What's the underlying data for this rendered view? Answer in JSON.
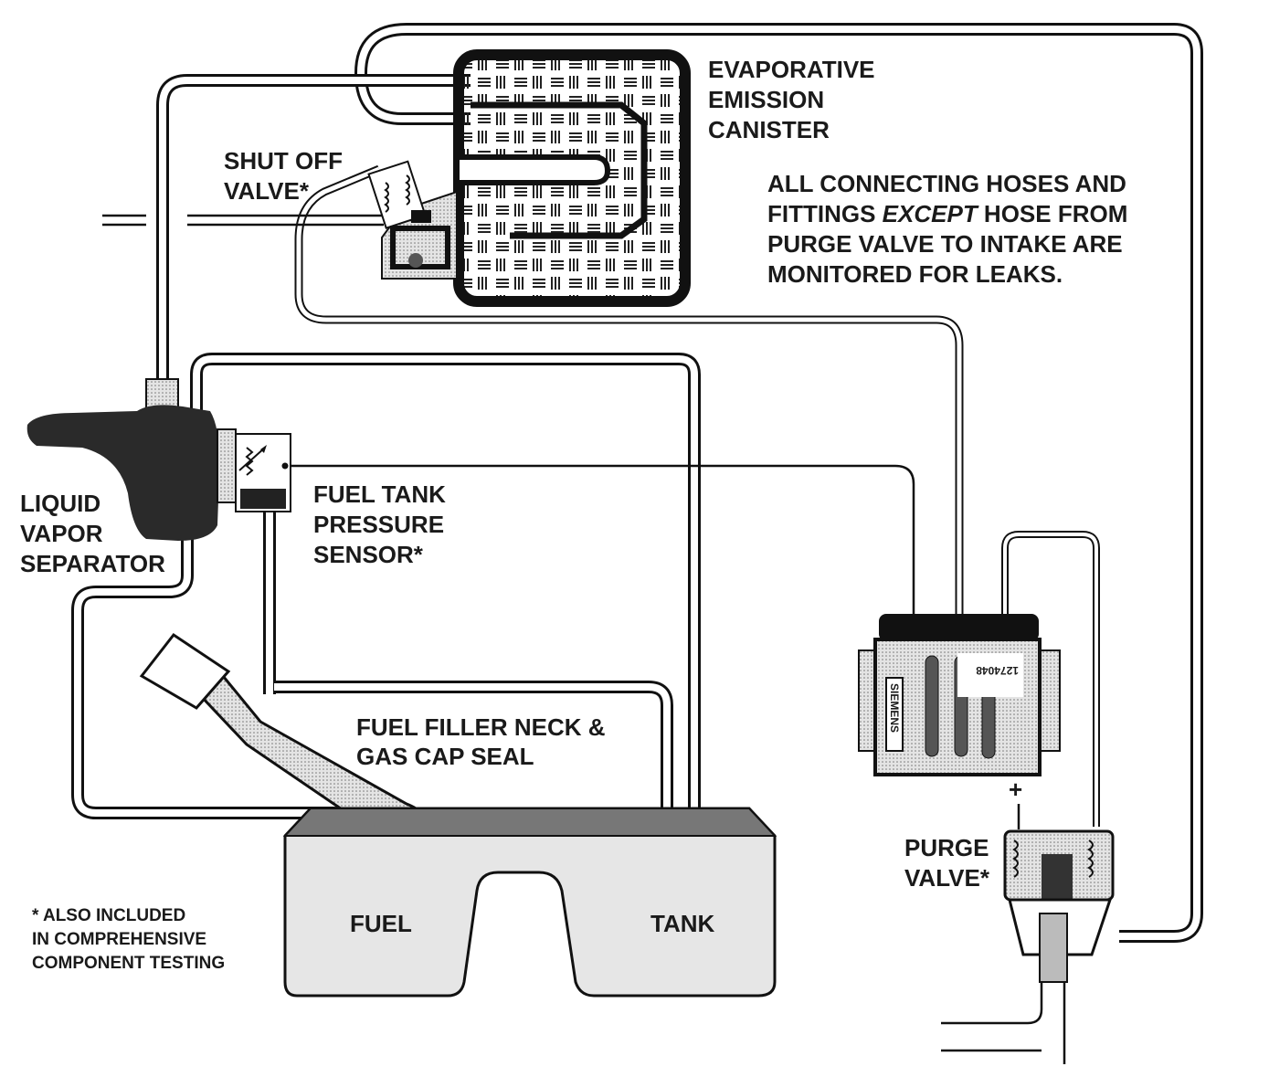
{
  "labels": {
    "canister": [
      "EVAPORATIVE",
      "EMISSION",
      "CANISTER"
    ],
    "note": [
      "ALL CONNECTING HOSES AND",
      "FITTINGS ",
      "EXCEPT",
      " HOSE FROM",
      "PURGE VALVE TO INTAKE ARE",
      "MONITORED FOR LEAKS."
    ],
    "shutoff": [
      "SHUT OFF",
      "VALVE*"
    ],
    "separator": [
      "LIQUID",
      "VAPOR",
      "SEPARATOR"
    ],
    "sensor": [
      "FUEL TANK",
      "PRESSURE",
      "SENSOR*"
    ],
    "filler": [
      "FUEL FILLER NECK &",
      "GAS CAP SEAL"
    ],
    "purge": [
      "PURGE",
      "VALVE*"
    ],
    "tank_left": "FUEL",
    "tank_right": "TANK",
    "footnote": [
      "* ALSO INCLUDED",
      "IN COMPREHENSIVE",
      "COMPONENT TESTING"
    ],
    "plus": "+"
  },
  "ecu": {
    "brand": "SIEMENS",
    "part_number": "1274048"
  },
  "colors": {
    "ink": "#111111",
    "tank_fill": "#e6e6e6",
    "component_fill": "#cfcfcf"
  }
}
